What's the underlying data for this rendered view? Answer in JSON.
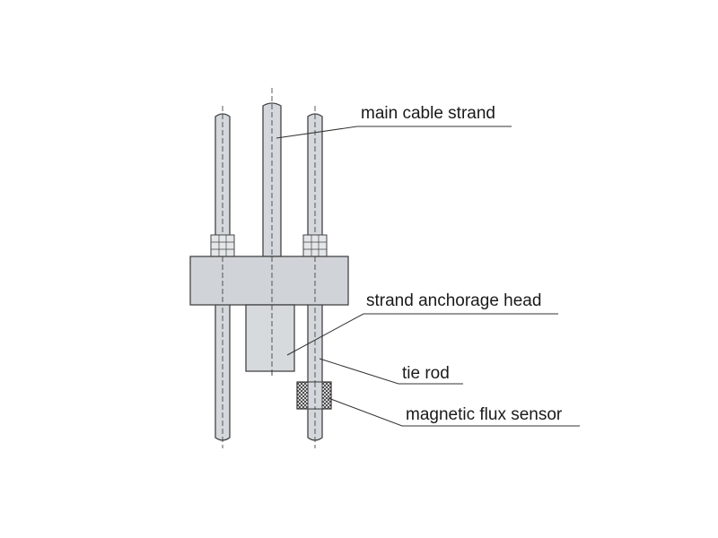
{
  "labels": {
    "main_cable_strand": "main cable strand",
    "strand_anchorage_head": "strand anchorage head",
    "tie_rod": "tie rod",
    "magnetic_flux_sensor": "magnetic flux sensor"
  },
  "colors": {
    "rod_fill": "#d4d8dc",
    "rod_stroke": "#444444",
    "plate_fill": "#d0d4d8",
    "sensor_fill": "#555555",
    "leader_line": "#333333",
    "centerline": "#333333"
  }
}
